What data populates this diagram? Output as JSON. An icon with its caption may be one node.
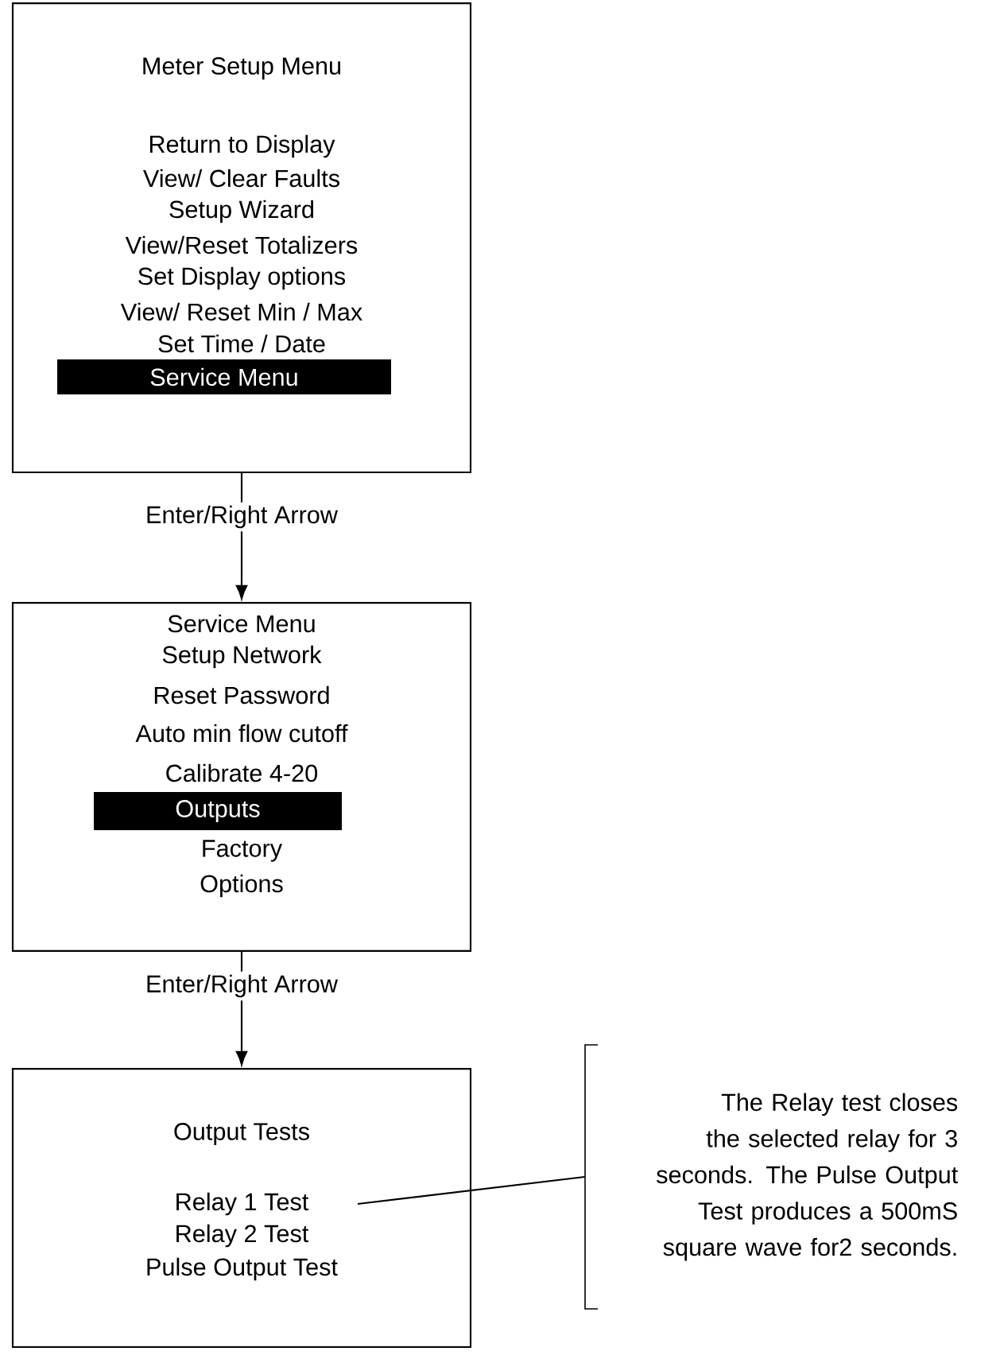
{
  "diagram": {
    "nodes": [
      {
        "text": [
          "Meter Setup Menu",
          "Return to Display",
          "View/ Clear Faults",
          "Setup Wizard",
          "View/Reset Totalizers",
          "Set Display options",
          "View/ Reset Min / Max",
          "Set Time / Date"
        ]
      },
      {
        "text": [
          "Service Menu"
        ],
        "in": 0
      },
      {
        "text": [
          "Service Menu",
          "Setup Network",
          "Reset Password",
          "Auto min flow cutoff",
          "Calibrate 4-20",
          "Factory",
          "Options"
        ]
      },
      {
        "text": [
          "Outputs"
        ],
        "in": 2
      },
      {
        "text": [
          "Output Tests",
          "Relay 1 Test",
          "Relay 2 Test",
          "Pulse Output Test"
        ]
      },
      {
        "text": [
          "The Relay test closes the selected relay for 3 seconds. The Pulse Output Test produces a 500mS square wave for2 seconds."
        ]
      }
    ],
    "edges": [
      {
        "from": 0,
        "to": 2,
        "arrow": "to",
        "label": "Enter/Right Arrow"
      },
      {
        "from": 2,
        "to": 4,
        "arrow": "to",
        "label": "Enter/Right Arrow"
      },
      {
        "from": 5,
        "to": 4,
        "arrow": "none"
      }
    ]
  }
}
